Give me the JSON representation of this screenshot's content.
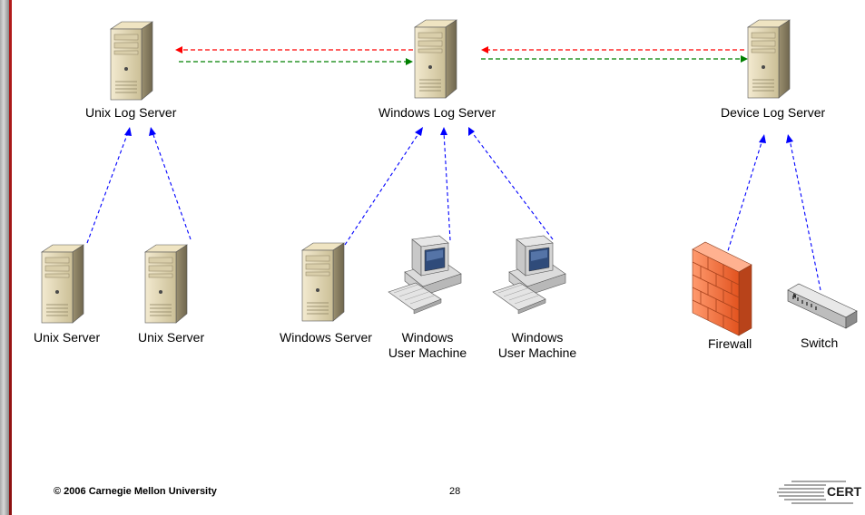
{
  "servers": {
    "unix_log": "Unix Log Server",
    "windows_log": "Windows Log Server",
    "device_log": "Device Log Server"
  },
  "sources": {
    "unix_server_1": "Unix Server",
    "unix_server_2": "Unix Server",
    "windows_server": "Windows Server",
    "windows_user_1_line1": "Windows",
    "windows_user_1_line2": "User Machine",
    "windows_user_2_line1": "Windows",
    "windows_user_2_line2": "User Machine",
    "firewall": "Firewall",
    "switch": "Switch"
  },
  "footer": {
    "copyright": "© 2006 Carnegie Mellon University",
    "page_number": "28",
    "logo_text": "CERT"
  },
  "colors": {
    "link_red": "#ff0000",
    "link_green": "#008000",
    "link_blue": "#0000ff",
    "firewall": "#f26b3a"
  }
}
